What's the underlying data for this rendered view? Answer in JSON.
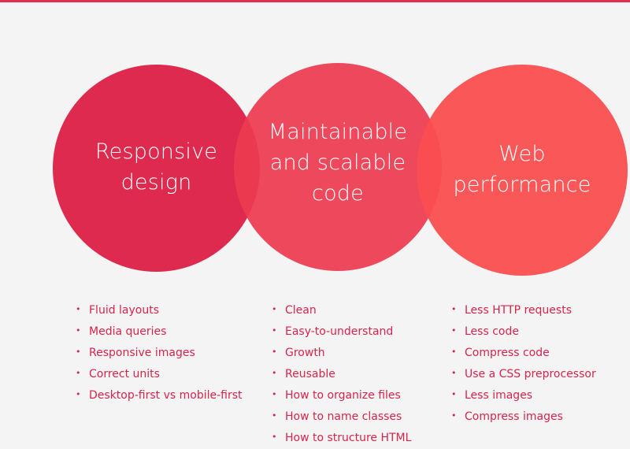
{
  "circles": [
    {
      "lines": [
        "Responsive",
        "design"
      ],
      "color": "#dd2a4e"
    },
    {
      "lines": [
        "Maintainable",
        "and scalable",
        "code"
      ],
      "color": "#ec3a50"
    },
    {
      "lines": [
        "Web",
        "performance"
      ],
      "color": "#fa4e50"
    }
  ],
  "lists": [
    [
      "Fluid layouts",
      "Media queries",
      "Responsive images",
      "Correct units",
      "Desktop-first vs mobile-first"
    ],
    [
      "Clean",
      "Easy-to-understand",
      "Growth",
      "Reusable",
      "How to organize files",
      "How to name classes",
      "How to structure HTML"
    ],
    [
      "Less HTTP requests",
      "Less code",
      "Compress code",
      "Use a CSS preprocessor",
      "Less images",
      "Compress images"
    ]
  ],
  "accent_color": "#d6244b"
}
